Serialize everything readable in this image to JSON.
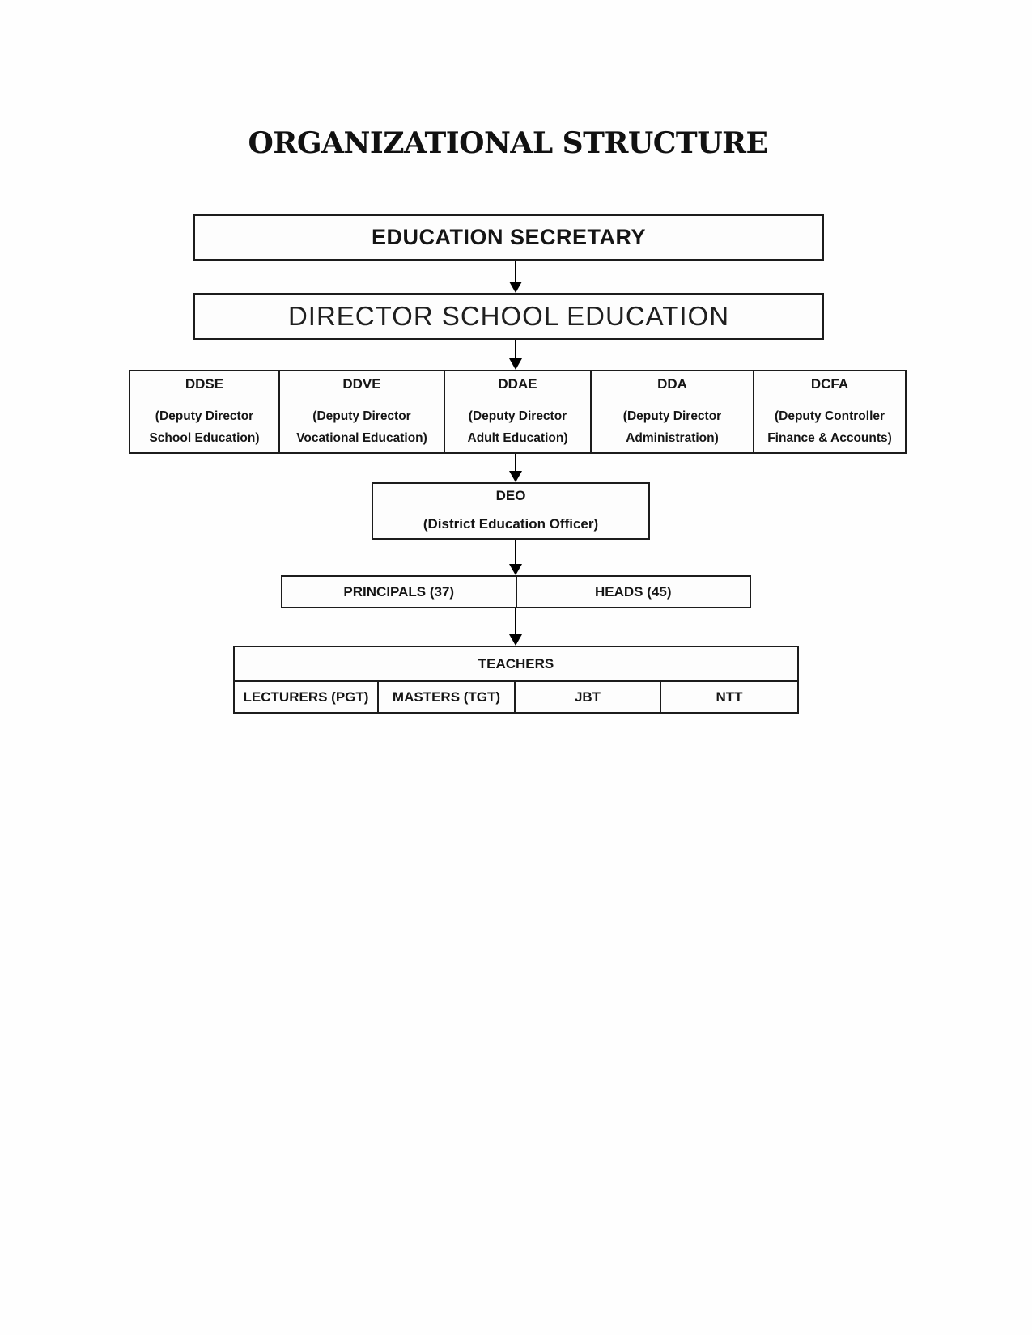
{
  "title": "ORGANIZATIONAL STRUCTURE",
  "org": {
    "education_secretary": "EDUCATION SECRETARY",
    "director": "DIRECTOR SCHOOL EDUCATION",
    "deputies": [
      {
        "acronym": "DDSE",
        "desc_line1": "(Deputy Director",
        "desc_line2": "School Education)"
      },
      {
        "acronym": "DDVE",
        "desc_line1": "(Deputy Director",
        "desc_line2": "Vocational Education)"
      },
      {
        "acronym": "DDAE",
        "desc_line1": "(Deputy Director",
        "desc_line2": "Adult Education)"
      },
      {
        "acronym": "DDA",
        "desc_line1": "(Deputy Director",
        "desc_line2": "Administration)"
      },
      {
        "acronym": "DCFA",
        "desc_line1": "(Deputy Controller",
        "desc_line2": "Finance & Accounts)"
      }
    ],
    "deo": {
      "acronym": "DEO",
      "desc": "(District Education Officer)"
    },
    "principals": "PRINCIPALS (37)",
    "heads": "HEADS (45)",
    "teachers": "TEACHERS",
    "teacher_types": [
      "LECTURERS (PGT)",
      "MASTERS (TGT)",
      "JBT",
      "NTT"
    ]
  },
  "colors": {
    "border": "#1c1c1c",
    "text": "#151515",
    "background": "#fefefe"
  }
}
